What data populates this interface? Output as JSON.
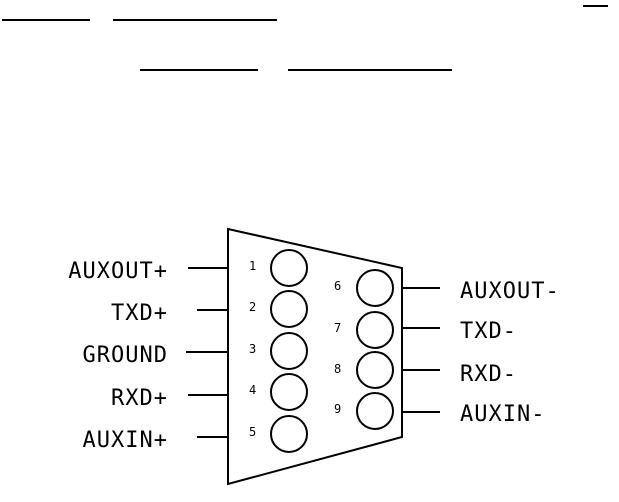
{
  "diagram": {
    "left_pins": [
      {
        "number": "1",
        "signal": "AUXOUT+"
      },
      {
        "number": "2",
        "signal": "TXD+"
      },
      {
        "number": "3",
        "signal": "GROUND"
      },
      {
        "number": "4",
        "signal": "RXD+"
      },
      {
        "number": "5",
        "signal": "AUXIN+"
      }
    ],
    "right_pins": [
      {
        "number": "6",
        "signal": "AUXOUT-"
      },
      {
        "number": "7",
        "signal": "TXD-"
      },
      {
        "number": "8",
        "signal": "RXD-"
      },
      {
        "number": "9",
        "signal": "AUXIN-"
      }
    ]
  },
  "colors": {
    "ink": "#000000",
    "background": "#ffffff"
  }
}
